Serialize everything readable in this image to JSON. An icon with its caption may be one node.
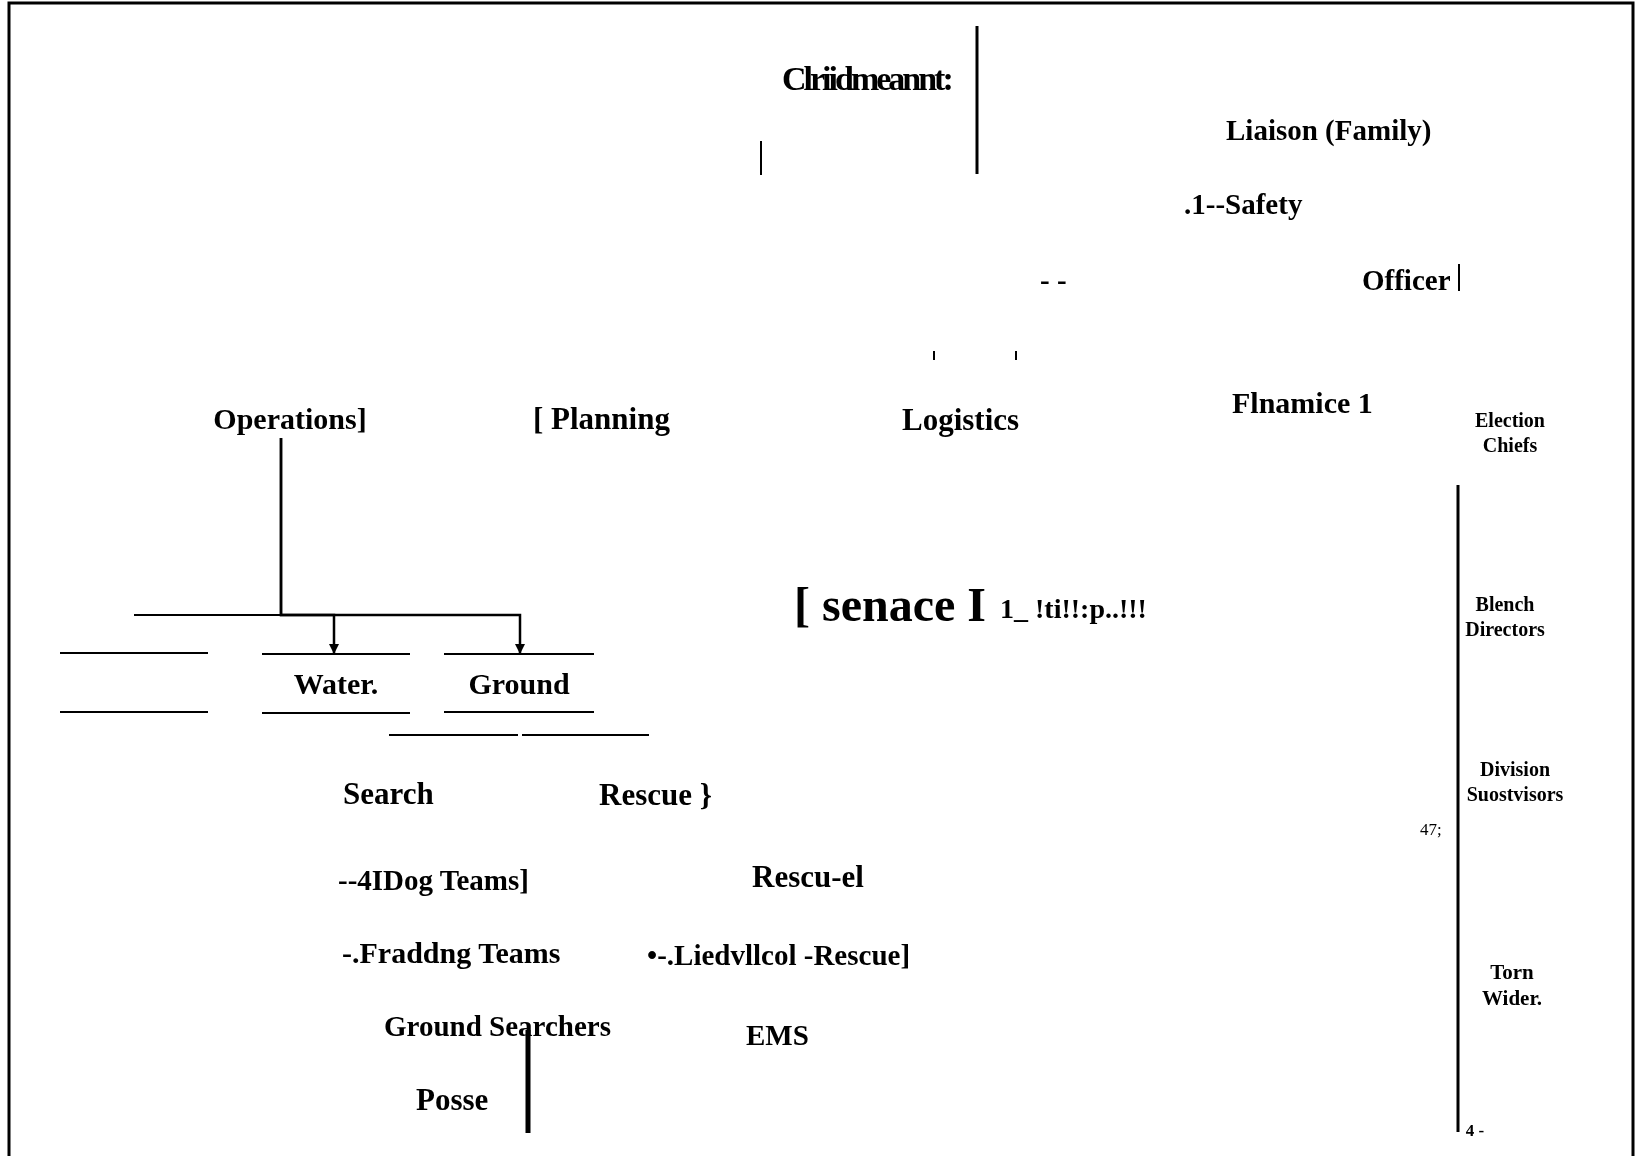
{
  "diagram": {
    "nodes": [
      {
        "text": [
          "Operations]"
        ]
      },
      {
        "text": [],
        "shape": "box"
      },
      {
        "text": [
          "Water."
        ]
      },
      {
        "text": [
          "Ground"
        ]
      }
    ],
    "edges": [
      {
        "from": 0,
        "to": 2,
        "arrow": "to"
      },
      {
        "from": 0,
        "to": 3,
        "arrow": "to"
      }
    ],
    "labels": [
      "Clriidmeannt:",
      "Liaison (Family)",
      ".1--Safety",
      "- -",
      "Officer",
      "[ Planning",
      "Logistics",
      "Flnamice 1",
      "Election Chiefs",
      "[ senace I",
      "1_ !ti!!:p..!!!",
      "Blench Directors",
      "Search",
      "Rescue }",
      "Division Suostvisors",
      "47;",
      "--4IDog Teams]",
      "Rescu-el",
      "-.Fraddng Teams",
      "•-.Liedvllcol -Rescue]",
      "Torn Wider.",
      "Ground Searchers",
      "EMS",
      "Posse",
      "4 -"
    ]
  }
}
